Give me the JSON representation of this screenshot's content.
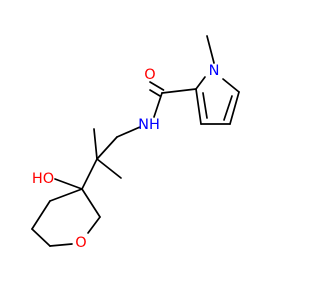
{
  "molecule": {
    "atoms": {
      "oxygen_carbonyl": {
        "label": "O",
        "color": "#ff0000"
      },
      "nitrogen_amide": {
        "label": "NH",
        "color": "#0000ff"
      },
      "nitrogen_pyrrole": {
        "label": "N",
        "color": "#0000ff"
      },
      "hydroxyl": {
        "label": "HO",
        "color": "#ff0000"
      },
      "oxygen_ring": {
        "label": "O",
        "color": "#ff0000"
      }
    }
  },
  "colors": {
    "background": "#ffffff",
    "bond": "#000000",
    "oxygen": "#ff0000",
    "nitrogen": "#0000ff"
  }
}
